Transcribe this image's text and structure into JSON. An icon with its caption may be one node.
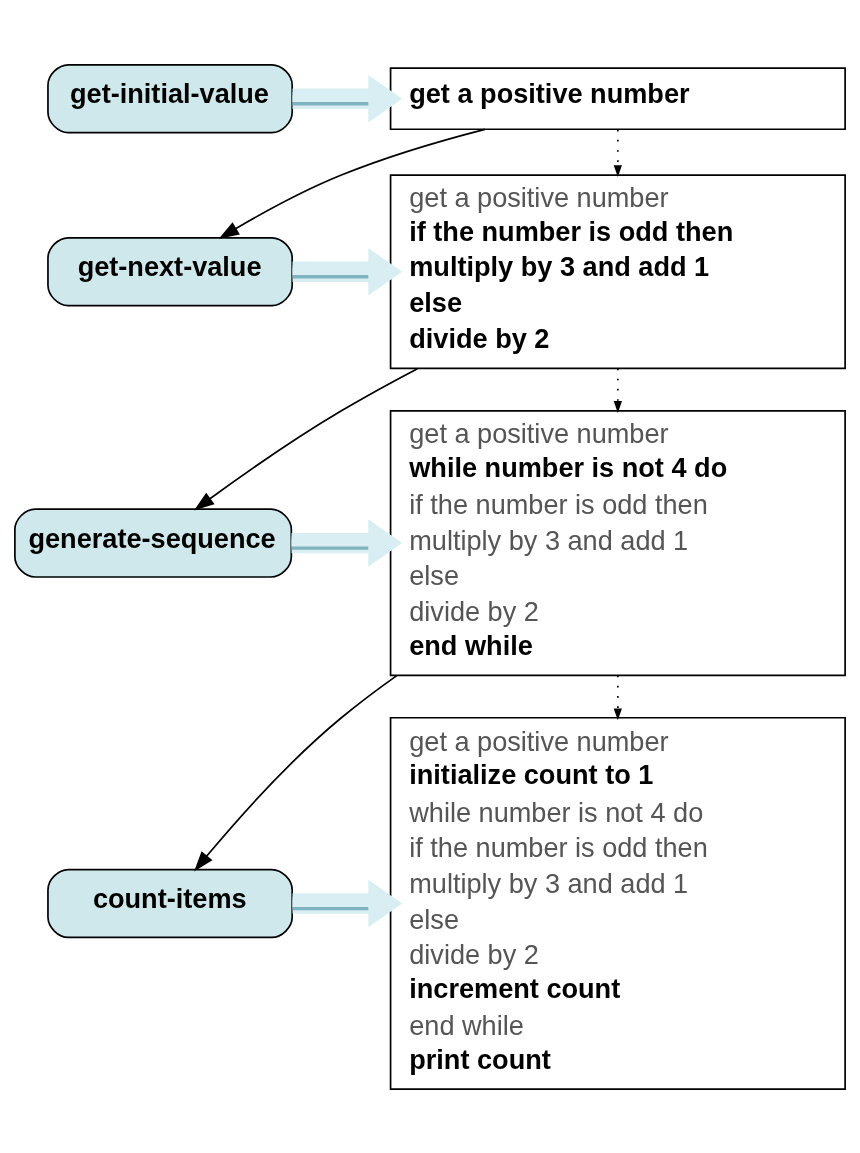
{
  "diagram": {
    "nodes": [
      {
        "text": [
          "get-initial-value"
        ]
      },
      {
        "text": [
          "get a positive number"
        ]
      },
      {
        "text": [
          "get-next-value"
        ]
      },
      {
        "text": [
          "get a positive number",
          "if the number is odd then",
          "multiply by 3 and add 1",
          "else",
          "divide by 2"
        ]
      },
      {
        "text": [
          "generate-sequence"
        ]
      },
      {
        "text": [
          "get a positive number",
          "while number is not 4 do",
          "if the number is odd then",
          "multiply by 3 and add 1",
          "else",
          "divide by 2",
          "end while"
        ]
      },
      {
        "text": [
          "count-items"
        ]
      },
      {
        "text": [
          "get a positive number",
          "initialize count to 1",
          "while number is not 4 do",
          "if the number is odd then",
          "multiply by 3 and add 1",
          "else",
          "divide by 2",
          "increment count",
          "end while",
          "print count"
        ]
      }
    ],
    "edges": [
      {
        "from": 0,
        "to": 1,
        "arrow": "to",
        "style": "thick",
        "color": "#d8eef2"
      },
      {
        "from": 1,
        "to": 3,
        "arrow": "to",
        "style": "dashed"
      },
      {
        "from": 1,
        "to": 2,
        "arrow": "to"
      },
      {
        "from": 2,
        "to": 3,
        "arrow": "to",
        "style": "thick",
        "color": "#d8eef2"
      },
      {
        "from": 3,
        "to": 5,
        "arrow": "to",
        "style": "dashed"
      },
      {
        "from": 3,
        "to": 4,
        "arrow": "to"
      },
      {
        "from": 4,
        "to": 5,
        "arrow": "to",
        "style": "thick",
        "color": "#d8eef2"
      },
      {
        "from": 5,
        "to": 7,
        "arrow": "to",
        "style": "dashed"
      },
      {
        "from": 5,
        "to": 6,
        "arrow": "to"
      },
      {
        "from": 6,
        "to": 7,
        "arrow": "to",
        "style": "thick",
        "color": "#d8eef2"
      }
    ]
  }
}
